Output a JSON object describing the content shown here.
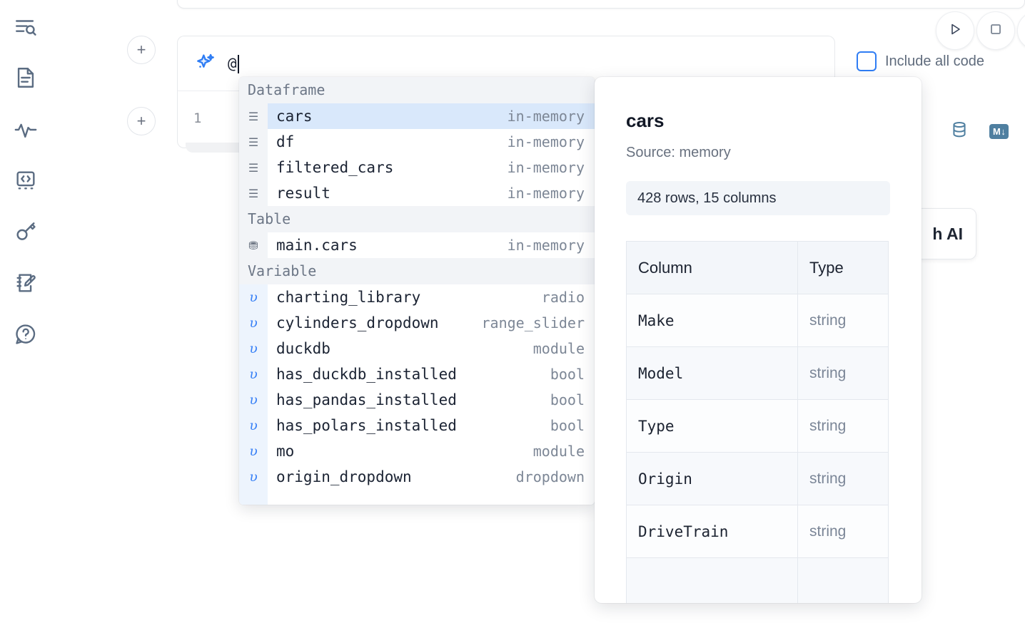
{
  "sidebar": {
    "items": [
      {
        "name": "outline-search-icon",
        "label": "Outline"
      },
      {
        "name": "document-icon",
        "label": "Notebook"
      },
      {
        "name": "activity-icon",
        "label": "Activity"
      },
      {
        "name": "code-snippet-icon",
        "label": "Snippets"
      },
      {
        "name": "key-icon",
        "label": "Secrets"
      },
      {
        "name": "scratchpad-icon",
        "label": "Scratchpad"
      },
      {
        "name": "help-chat-icon",
        "label": "Help"
      }
    ]
  },
  "toolbar": {
    "add_label": "+",
    "run_icon": "play-icon",
    "stop_icon": "stop-icon",
    "include_all_code_label": "Include all code",
    "include_all_code_checked": false,
    "database_icon": "database-icon",
    "markdown_badge": "M",
    "markdown_badge_arrow": "↓"
  },
  "ai_prompt": {
    "icon": "sparkles-icon",
    "value": "@",
    "placeholder": ""
  },
  "code_cell": {
    "line_number": "1",
    "code": ""
  },
  "ai_chip": {
    "label": "h AI"
  },
  "autocomplete": {
    "sections": [
      {
        "title": "Dataframe",
        "items": [
          {
            "icon": "dataframe-icon",
            "icon_glyph": "☰",
            "kind": "df",
            "name": "cars",
            "meta": "in-memory",
            "selected": true
          },
          {
            "icon": "dataframe-icon",
            "icon_glyph": "☰",
            "kind": "df",
            "name": "df",
            "meta": "in-memory",
            "selected": false
          },
          {
            "icon": "dataframe-icon",
            "icon_glyph": "☰",
            "kind": "df",
            "name": "filtered_cars",
            "meta": "in-memory",
            "selected": false
          },
          {
            "icon": "dataframe-icon",
            "icon_glyph": "☰",
            "kind": "df",
            "name": "result",
            "meta": "in-memory",
            "selected": false
          }
        ]
      },
      {
        "title": "Table",
        "items": [
          {
            "icon": "table-database-icon",
            "icon_glyph": "⛃",
            "kind": "table",
            "name": "main.cars",
            "meta": "in-memory",
            "selected": false
          }
        ]
      },
      {
        "title": "Variable",
        "items": [
          {
            "icon": "variable-icon",
            "icon_glyph": "υ",
            "kind": "var",
            "name": "charting_library",
            "meta": "radio",
            "selected": false
          },
          {
            "icon": "variable-icon",
            "icon_glyph": "υ",
            "kind": "var",
            "name": "cylinders_dropdown",
            "meta": "range_slider",
            "selected": false
          },
          {
            "icon": "variable-icon",
            "icon_glyph": "υ",
            "kind": "var",
            "name": "duckdb",
            "meta": "module",
            "selected": false
          },
          {
            "icon": "variable-icon",
            "icon_glyph": "υ",
            "kind": "var",
            "name": "has_duckdb_installed",
            "meta": "bool",
            "selected": false
          },
          {
            "icon": "variable-icon",
            "icon_glyph": "υ",
            "kind": "var",
            "name": "has_pandas_installed",
            "meta": "bool",
            "selected": false
          },
          {
            "icon": "variable-icon",
            "icon_glyph": "υ",
            "kind": "var",
            "name": "has_polars_installed",
            "meta": "bool",
            "selected": false
          },
          {
            "icon": "variable-icon",
            "icon_glyph": "υ",
            "kind": "var",
            "name": "mo",
            "meta": "module",
            "selected": false
          },
          {
            "icon": "variable-icon",
            "icon_glyph": "υ",
            "kind": "var",
            "name": "origin_dropdown",
            "meta": "dropdown",
            "selected": false
          }
        ]
      }
    ]
  },
  "preview": {
    "title": "cars",
    "source": "Source: memory",
    "stats": "428 rows, 15 columns",
    "columns_header": "Column",
    "type_header": "Type",
    "rows": [
      {
        "column": "Make",
        "type": "string"
      },
      {
        "column": "Model",
        "type": "string"
      },
      {
        "column": "Type",
        "type": "string"
      },
      {
        "column": "Origin",
        "type": "string"
      },
      {
        "column": "DriveTrain",
        "type": "string"
      }
    ]
  },
  "colors": {
    "accent_blue": "#3b82f6",
    "selected_row_bg": "#d9e8fb",
    "section_bg": "#f2f4f7",
    "muted_text": "#7d8796"
  }
}
